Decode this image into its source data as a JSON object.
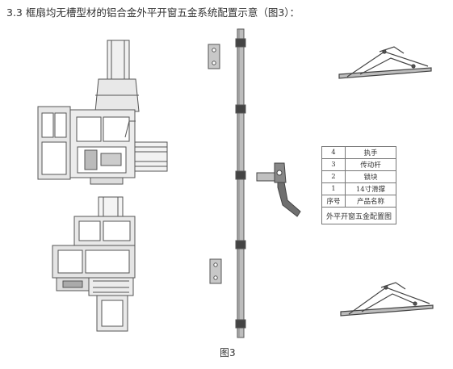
{
  "heading": "3.3 框扇均无槽型材的铝合金外平开窗五金系统配置示意（图3）：",
  "caption": "图3",
  "table": {
    "rows": [
      {
        "num": "4",
        "name": "执手"
      },
      {
        "num": "3",
        "name": "传动杆"
      },
      {
        "num": "2",
        "name": "锁块"
      },
      {
        "num": "1",
        "name": "14寸滑撑"
      }
    ],
    "header": {
      "num": "序号",
      "name": "产品名称"
    },
    "footer": "外平开窗五金配置图"
  },
  "colors": {
    "line": "#555555",
    "metal": "#9a9a9a",
    "profile": "#cfcfcf"
  }
}
